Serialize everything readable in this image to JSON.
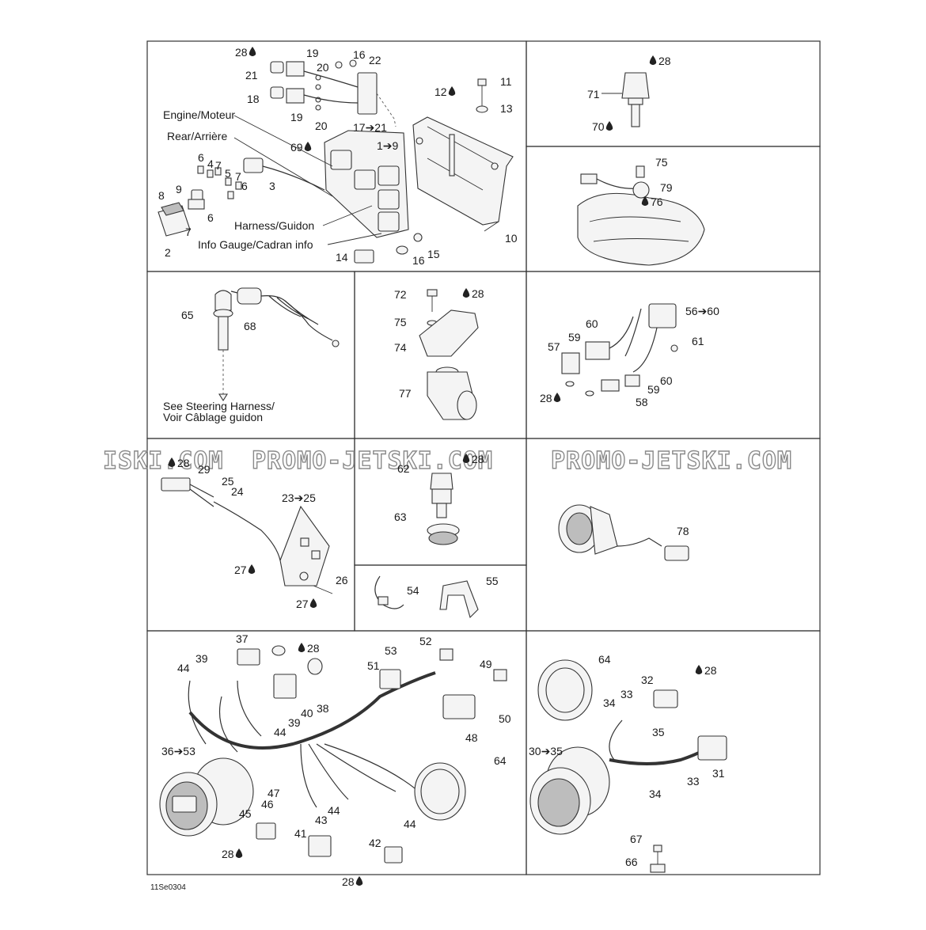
{
  "diagram": {
    "reference_code": "11Se0304",
    "watermarks": [
      "ISKI.COM",
      "PROMO-JETSKI.COM",
      "PROMO-JETSKI.COM"
    ],
    "panel_ecm": {
      "texts": {
        "engine": "Engine/Moteur",
        "rear": "Rear/Arrière",
        "harness": "Harness/Guidon",
        "info_gauge": "Info Gauge/Cadran info"
      },
      "callouts": [
        "28",
        "21",
        "19",
        "20",
        "16",
        "22",
        "18",
        "19",
        "20",
        "17➔21",
        "12",
        "11",
        "13",
        "69",
        "1➔9",
        "6",
        "4",
        "7",
        "5",
        "7",
        "6",
        "3",
        "8",
        "9",
        "6",
        "7",
        "2",
        "14",
        "16",
        "15",
        "10"
      ]
    },
    "panel_sensor_71": {
      "callouts": [
        "28",
        "71",
        "70"
      ]
    },
    "panel_sensor_75": {
      "callouts": [
        "75",
        "79",
        "76"
      ]
    },
    "panel_key": {
      "texts": {
        "see_steering": "See Steering Harness/",
        "voir_cablage": "Voir Câblage guidon"
      },
      "callouts": [
        "65",
        "68"
      ]
    },
    "panel_bracket": {
      "callouts": [
        "72",
        "28",
        "75",
        "74",
        "77"
      ]
    },
    "panel_module_56": {
      "callouts": [
        "56➔60",
        "60",
        "59",
        "61",
        "57",
        "60",
        "28",
        "59",
        "58"
      ]
    },
    "panel_throttle": {
      "callouts": [
        "28",
        "29",
        "25",
        "24",
        "23➔25",
        "27",
        "26",
        "27"
      ]
    },
    "panel_sensor_62": {
      "callouts": [
        "28",
        "62",
        "63"
      ]
    },
    "panel_sensor_78": {
      "callouts": [
        "78"
      ]
    },
    "panel_clips": {
      "callouts": [
        "54",
        "55"
      ]
    },
    "panel_harness": {
      "callouts": [
        "37",
        "28",
        "39",
        "44",
        "38",
        "40",
        "39",
        "44",
        "53",
        "52",
        "51",
        "49",
        "50",
        "48",
        "36➔53",
        "64",
        "47",
        "46",
        "45",
        "43",
        "44",
        "41",
        "42",
        "44",
        "28",
        "28"
      ]
    },
    "panel_gauge": {
      "callouts": [
        "64",
        "28",
        "32",
        "33",
        "34",
        "35",
        "30➔35",
        "31",
        "33",
        "34",
        "67",
        "66"
      ]
    }
  }
}
